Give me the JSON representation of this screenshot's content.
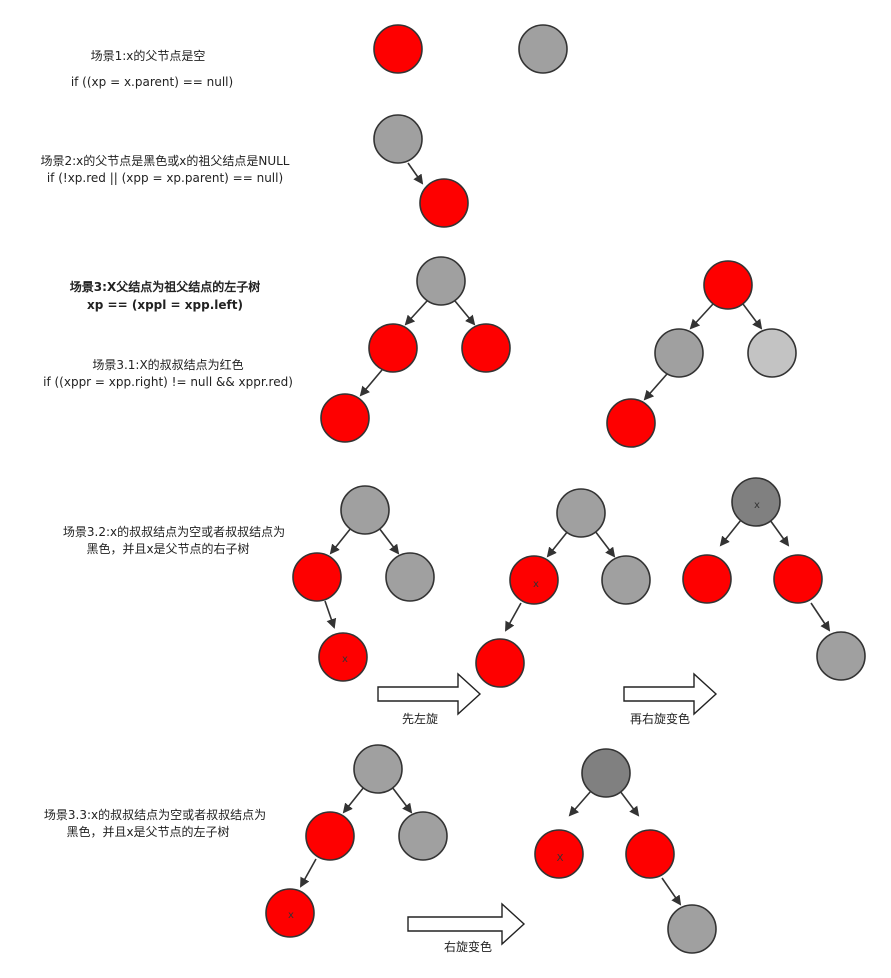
{
  "colors": {
    "red": "#fe0000",
    "gray": "#a0a0a0",
    "light_gray": "#c3c3c3",
    "dark_gray": "#808080",
    "edge": "#333333"
  },
  "scenarios": {
    "s1": {
      "title": "场景1:x的父节点是空",
      "code": "if ((xp = x.parent) == null)"
    },
    "s2": {
      "title": "场景2:x的父节点是黑色或x的祖父结点是NULL",
      "code": "if (!xp.red || (xpp = xp.parent) == null)"
    },
    "s3": {
      "title": "场景3:X父结点为祖父结点的左子树",
      "code": "xp == (xppl = xpp.left)"
    },
    "s31": {
      "title": "场景3.1:X的叔叔结点为红色",
      "code": "if ((xppr = xpp.right) != null && xppr.red)"
    },
    "s32": {
      "line1": "场景3.2:x的叔叔结点为空或者叔叔结点为",
      "line2": "黑色，并且x是父节点的右子树"
    },
    "s33": {
      "line1": "场景3.3:x的叔叔结点为空或者叔叔结点为",
      "line2": "黑色，并且x是父节点的左子树"
    }
  },
  "arrows": {
    "a1": "先左旋",
    "a2": "再右旋变色",
    "a3": "右旋变色"
  },
  "node_labels": {
    "x_lower": "x",
    "x_upper": "X"
  }
}
